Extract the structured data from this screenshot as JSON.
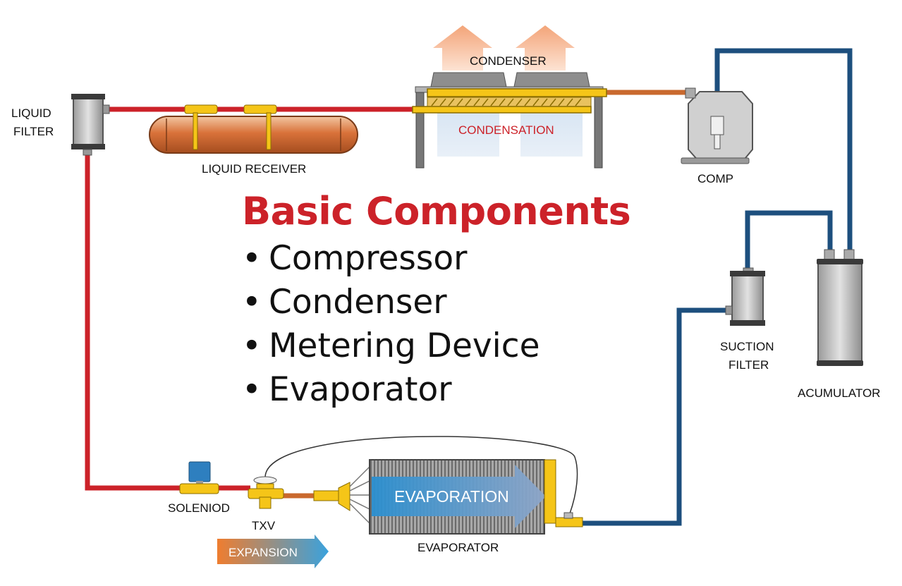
{
  "title": "Basic Components",
  "bullets": [
    "Compressor",
    "Condenser",
    "Metering Device",
    "Evaporator"
  ],
  "labels": {
    "liquid_filter": [
      "LIQUID",
      "FILTER"
    ],
    "liquid_receiver": "LIQUID RECEIVER",
    "condenser": "CONDENSER",
    "condensation": "CONDENSATION",
    "comp": "COMP",
    "suction_filter": [
      "SUCTION",
      "FILTER"
    ],
    "acumulator": "ACUMULATOR",
    "solenoid": "SOLENIOD",
    "txv": "TXV",
    "expansion": "EXPANSION",
    "evaporation": "EVAPORATION",
    "evaporator": "EVAPORATOR"
  },
  "colors": {
    "liquid_line": "#cc2229",
    "suction_line": "#1d4f7e",
    "hot_gas_line": "#c9692e",
    "title": "#cc2229",
    "fitting_yellow": "#f5c518",
    "condensation_text": "#cc2229"
  }
}
